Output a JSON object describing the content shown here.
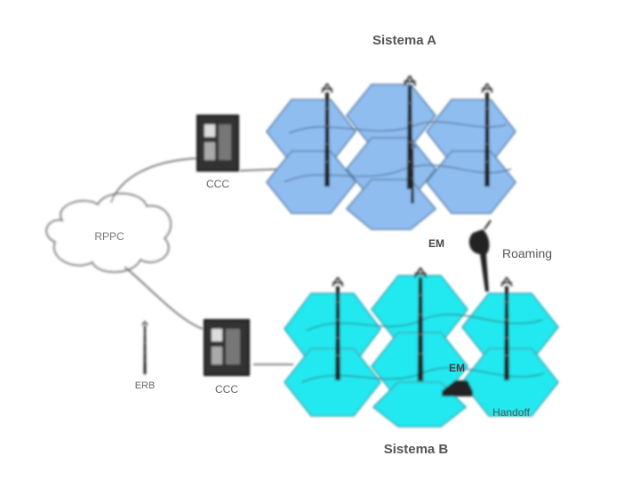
{
  "diagram": {
    "title_a": "Sistema A",
    "title_b": "Sistema B",
    "central_a": "CCC",
    "central_b": "CCC",
    "cloud": "RPPC",
    "base_station": "ERB",
    "mobile_top": "EM",
    "mobile_bottom": "EM",
    "roaming": "Roaming",
    "handoff": "Handoff"
  },
  "colors": {
    "system_a_fill": "#8fbdf0",
    "system_b_fill": "#22e8ef",
    "cell_stroke": "#5a7fa8",
    "line": "#555555"
  }
}
